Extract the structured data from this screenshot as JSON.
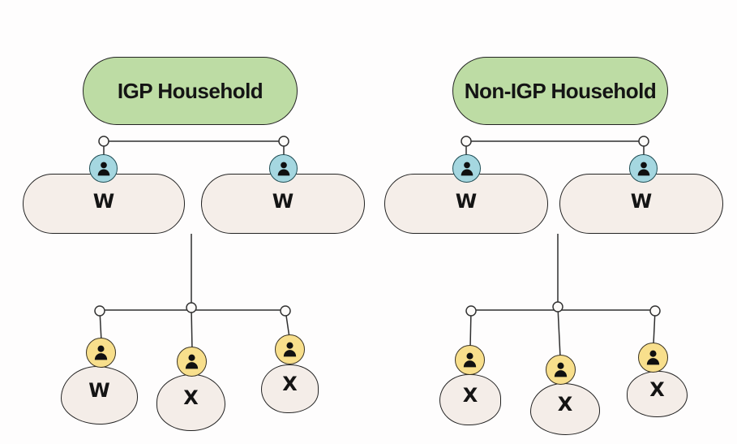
{
  "diagram": {
    "type": "family-tree-comparison",
    "background_color": "#FEFDFD",
    "colors": {
      "header_green": "#BDDCA4",
      "node_cream": "#F5EEE9",
      "adult_icon_blue": "#A5D7E0",
      "child_icon_yellow": "#F8DF8C",
      "wire_dark": "#2F2F2F",
      "junction_dot_fill": "#FDFBF9",
      "text_black": "#141414"
    },
    "icons": {
      "adult_marker": "person-icon",
      "child_marker": "person-icon",
      "junction_marker": "circle-dot"
    },
    "trees": [
      {
        "title": "IGP Household",
        "adults": [
          {
            "label": "W"
          },
          {
            "label": "W"
          }
        ],
        "children": [
          {
            "label": "W"
          },
          {
            "label": "X"
          },
          {
            "label": "X"
          }
        ]
      },
      {
        "title": "Non-IGP Household",
        "adults": [
          {
            "label": "W"
          },
          {
            "label": "W"
          }
        ],
        "children": [
          {
            "label": "X"
          },
          {
            "label": "X"
          },
          {
            "label": "X"
          }
        ]
      }
    ]
  }
}
